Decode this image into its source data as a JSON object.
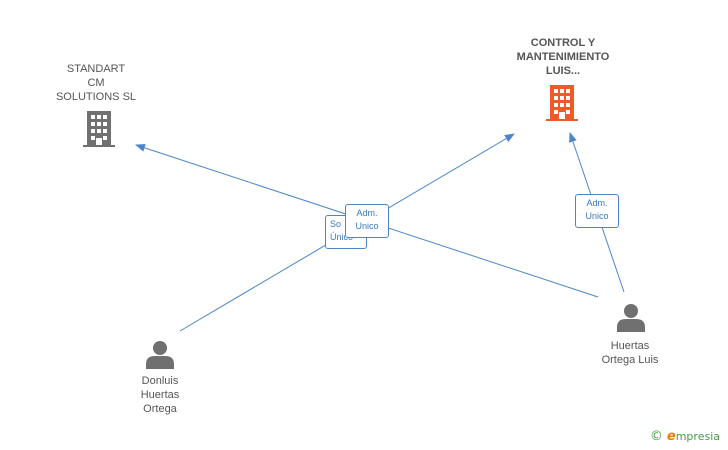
{
  "nodes": {
    "standart": {
      "label_lines": [
        "STANDART",
        "CM",
        "SOLUTIONS  SL"
      ],
      "type": "company",
      "color": "#707070"
    },
    "control": {
      "label_lines": [
        "CONTROL Y",
        "MANTENIMIENTO",
        "LUIS..."
      ],
      "type": "company",
      "color": "#f05a28"
    },
    "donluis": {
      "label_lines": [
        "Donluis",
        "Huertas",
        "Ortega"
      ],
      "type": "person",
      "color": "#707070"
    },
    "huertas": {
      "label_lines": [
        "Huertas",
        "Ortega Luis"
      ],
      "type": "person",
      "color": "#707070"
    }
  },
  "edges": {
    "edge_back": {
      "label_lines": [
        "So",
        "Único"
      ]
    },
    "edge_front": {
      "label_lines": [
        "Adm.",
        "Unico"
      ]
    },
    "edge_right": {
      "label_lines": [
        "Adm.",
        "Unico"
      ]
    }
  },
  "colors": {
    "edge": "#4a86c8",
    "edge_label_text": "#3a78bf"
  },
  "brand": {
    "copyright": "©",
    "initial": "e",
    "name": "mpresia"
  }
}
